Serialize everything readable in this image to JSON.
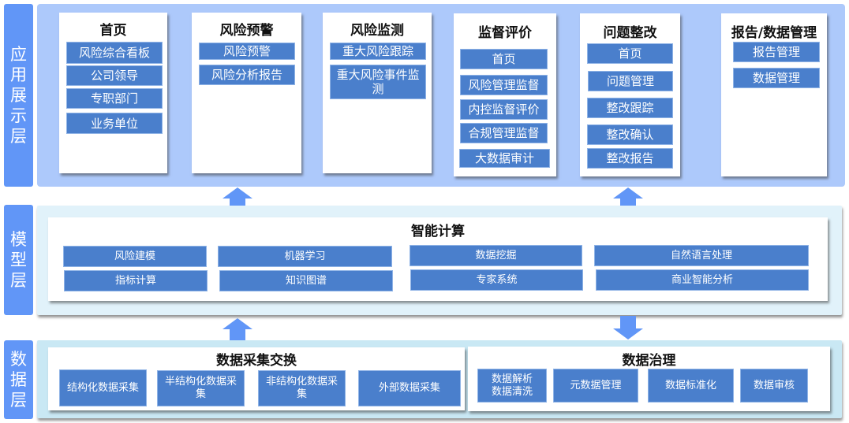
{
  "colors": {
    "layer_label_bg": "#6196f7",
    "app_panel_bg": "#adc9fb",
    "model_panel_bg": "#e1f2fa",
    "data_panel_bg": "#c9e8f4",
    "button_bg": "#4a7fcc",
    "arrow": "#6196f7"
  },
  "layers": {
    "app": {
      "label": [
        "应",
        "用",
        "展",
        "示",
        "层"
      ]
    },
    "model": {
      "label": [
        "模",
        "型",
        "层"
      ]
    },
    "data": {
      "label": [
        "数",
        "据",
        "层"
      ]
    }
  },
  "app_modules": [
    {
      "title": "首页",
      "items": [
        "风险综合看板",
        "公司领导",
        "专职部门",
        "业务单位"
      ]
    },
    {
      "title": "风险预警",
      "items": [
        "风险预警",
        "风险分析报告"
      ]
    },
    {
      "title": "风险监测",
      "items": [
        "重大风险跟踪",
        "重大风险事件监测"
      ]
    },
    {
      "title": "监督评价",
      "items": [
        "首页",
        "风险管理监督",
        "内控监督评价",
        "合规管理监督",
        "大数据审计"
      ]
    },
    {
      "title": "问题整改",
      "items": [
        "首页",
        "问题管理",
        "整改跟踪",
        "整改确认",
        "整改报告"
      ]
    },
    {
      "title": "报告/数据管理",
      "items": [
        "报告管理",
        "数据管理"
      ]
    }
  ],
  "model_section": {
    "title": "智能计算",
    "items": [
      "风险建模",
      "机器学习",
      "数据挖掘",
      "自然语言处理",
      "指标计算",
      "知识图谱",
      "专家系统",
      "商业智能分析"
    ]
  },
  "data_sections": [
    {
      "title": "数据采集交换",
      "items": [
        "结构化数据采集",
        "半结构化数据采集",
        "非结构化数据采集",
        "外部数据采集"
      ]
    },
    {
      "title": "数据治理",
      "items": [
        "数据解析\n数据清洗",
        "元数据管理",
        "数据标准化",
        "数据审核"
      ]
    }
  ],
  "arrows": [
    {
      "name": "model-to-app-left",
      "direction": "up"
    },
    {
      "name": "model-to-app-right",
      "direction": "up"
    },
    {
      "name": "data-to-model-left",
      "direction": "up"
    },
    {
      "name": "model-to-data-right",
      "direction": "down"
    }
  ]
}
